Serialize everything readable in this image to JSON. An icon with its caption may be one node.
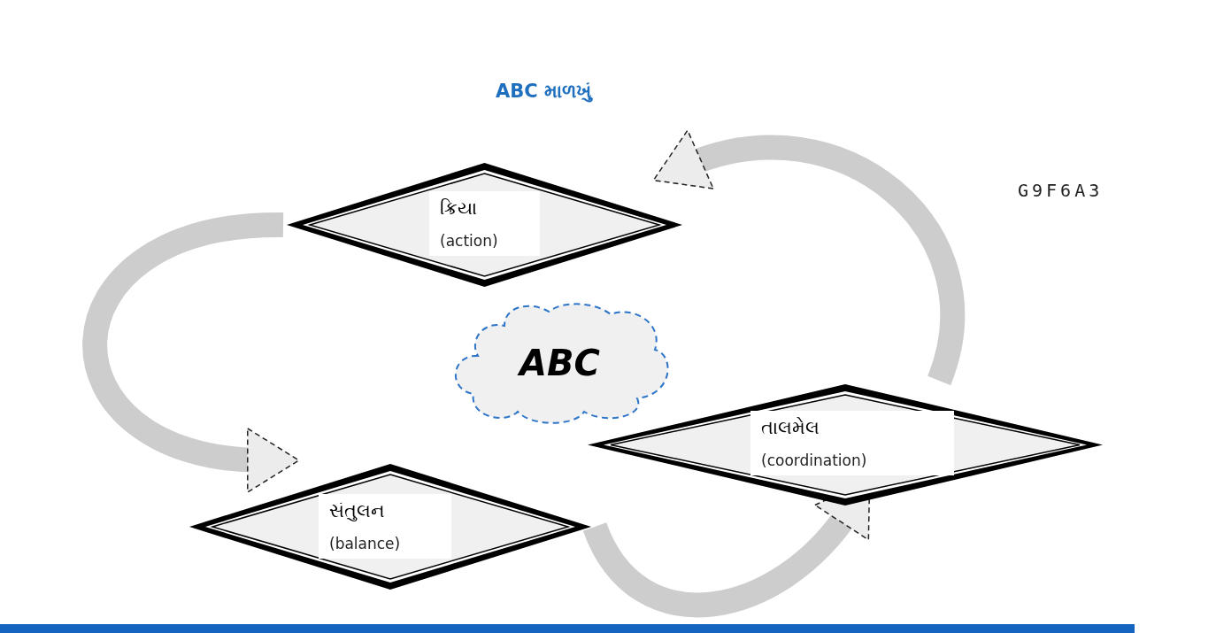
{
  "diagram": {
    "title": "ABC માળખું",
    "nodes": [
      {
        "text": [
          "ક્રિયા",
          "(action)"
        ]
      },
      {
        "text": [
          "ABC"
        ]
      },
      {
        "text": [
          "તાલમેલ",
          "(coordination)"
        ]
      },
      {
        "text": [
          "સંતુલન",
          "(balance)"
        ]
      }
    ],
    "edges": [
      {
        "from": 0,
        "to": 3,
        "arrow": "to"
      },
      {
        "from": 3,
        "to": 2,
        "arrow": "to"
      },
      {
        "from": 2,
        "to": 0,
        "arrow": "to"
      }
    ],
    "labels": [
      "G9F6A3"
    ]
  }
}
